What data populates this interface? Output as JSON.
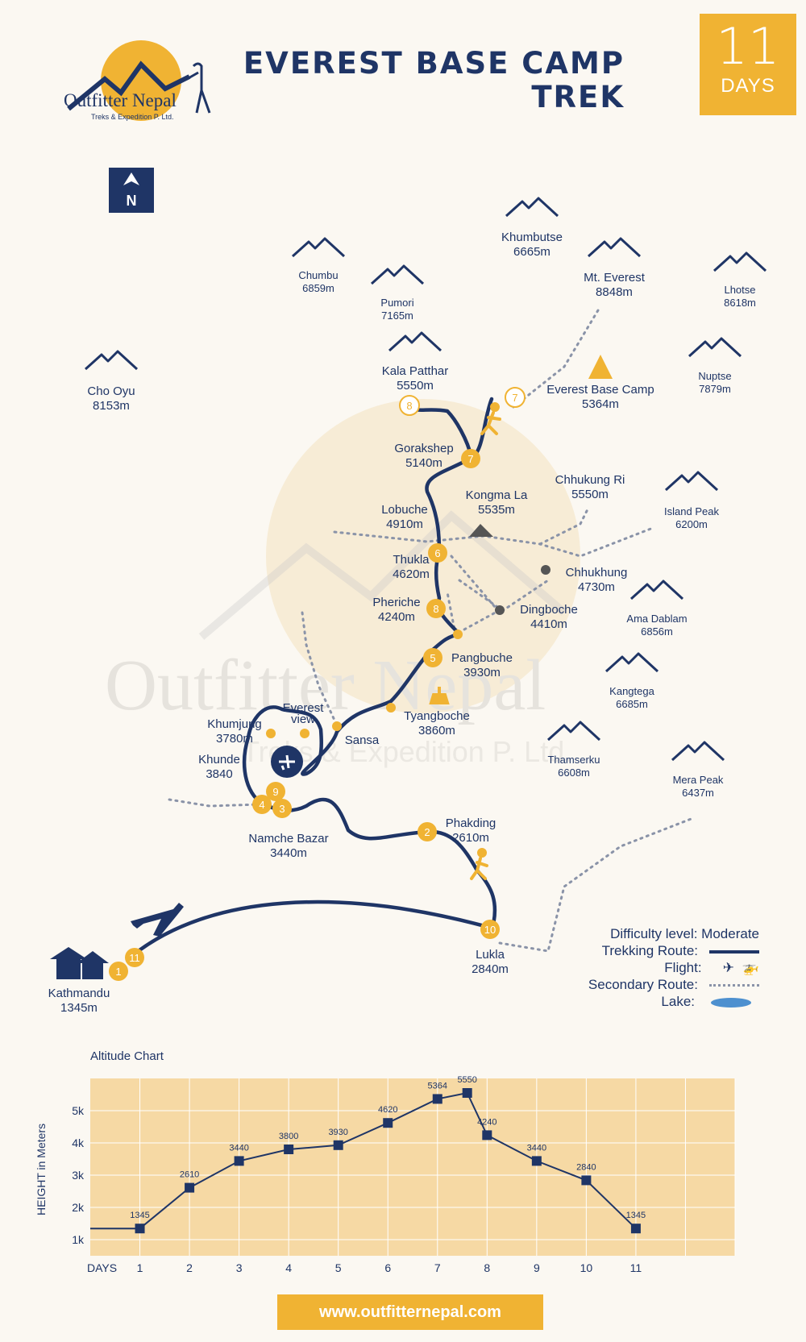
{
  "brand": {
    "name": "Outfitter Nepal",
    "tagline": "Treks & Expedition P. Ltd."
  },
  "title": {
    "line1": "EVEREST BASE CAMP",
    "line2": "TREK"
  },
  "duration": {
    "number": "11",
    "unit": "DAYS"
  },
  "north_label": "N",
  "peaks": [
    {
      "name": "Khumbutse",
      "alt": "6665m"
    },
    {
      "name": "Chumbu",
      "alt": "6859m"
    },
    {
      "name": "Mt. Everest",
      "alt": "8848m"
    },
    {
      "name": "Lhotse",
      "alt": "8618m"
    },
    {
      "name": "Pumori",
      "alt": "7165m"
    },
    {
      "name": "Cho Oyu",
      "alt": "8153m"
    },
    {
      "name": "Nuptse",
      "alt": "7879m"
    },
    {
      "name": "Island Peak",
      "alt": "6200m"
    },
    {
      "name": "Ama Dablam",
      "alt": "6856m"
    },
    {
      "name": "Kangtega",
      "alt": "6685m"
    },
    {
      "name": "Thamserku",
      "alt": "6608m"
    },
    {
      "name": "Mera Peak",
      "alt": "6437m"
    }
  ],
  "places": [
    {
      "name": "Kala Patthar",
      "alt": "5550m"
    },
    {
      "name": "Everest Base Camp",
      "alt": "5364m"
    },
    {
      "name": "Gorakshep",
      "alt": "5140m"
    },
    {
      "name": "Chhukung Ri",
      "alt": "5550m"
    },
    {
      "name": "Kongma La",
      "alt": "5535m"
    },
    {
      "name": "Lobuche",
      "alt": "4910m"
    },
    {
      "name": "Thukla",
      "alt": "4620m"
    },
    {
      "name": "Chhukhung",
      "alt": "4730m"
    },
    {
      "name": "Pheriche",
      "alt": "4240m"
    },
    {
      "name": "Dingboche",
      "alt": "4410m"
    },
    {
      "name": "Pangbuche",
      "alt": "3930m"
    },
    {
      "name": "Tyangboche",
      "alt": "3860m"
    },
    {
      "name": "Everest",
      "alt": "view"
    },
    {
      "name": "Khumjung",
      "alt": "3780m"
    },
    {
      "name": "Sansa",
      "alt": ""
    },
    {
      "name": "Khunde",
      "alt": "3840"
    },
    {
      "name": "Namche Bazar",
      "alt": "3440m"
    },
    {
      "name": "Phakding",
      "alt": "2610m"
    },
    {
      "name": "Lukla",
      "alt": "2840m"
    },
    {
      "name": "Kathmandu",
      "alt": "1345m"
    }
  ],
  "day_markers": [
    "1",
    "2",
    "3",
    "4",
    "5",
    "6",
    "7",
    "8",
    "9",
    "10",
    "11"
  ],
  "legend": {
    "difficulty": "Difficulty level: Moderate",
    "trekking": "Trekking Route:",
    "flight": "Flight:",
    "secondary": "Secondary Route:",
    "lake": "Lake:"
  },
  "chart_data": {
    "type": "line",
    "title": "Altitude Chart",
    "xlabel": "DAYS",
    "ylabel": "HEIGHT in Meters",
    "x": [
      1,
      2,
      3,
      4,
      5,
      6,
      7,
      7.6,
      8,
      9,
      10,
      11
    ],
    "x_ticks": [
      "1",
      "2",
      "3",
      "4",
      "5",
      "6",
      "7",
      "8",
      "9",
      "10",
      "11"
    ],
    "values": [
      1345,
      2610,
      3440,
      3800,
      3930,
      4620,
      5364,
      5550,
      4240,
      3440,
      2840,
      1345
    ],
    "y_ticks": [
      "1k",
      "2k",
      "3k",
      "4k",
      "5k"
    ],
    "ylim": [
      500,
      6000
    ],
    "grid": true,
    "colors": {
      "line": "#1f3566",
      "marker": "#1f3566",
      "background": "#f6d9a4"
    }
  },
  "website": "www.outfitternepal.com",
  "colors": {
    "navy": "#1f3566",
    "gold": "#f0b333",
    "background": "#fbf8f2",
    "dotted": "#8a93a8"
  }
}
